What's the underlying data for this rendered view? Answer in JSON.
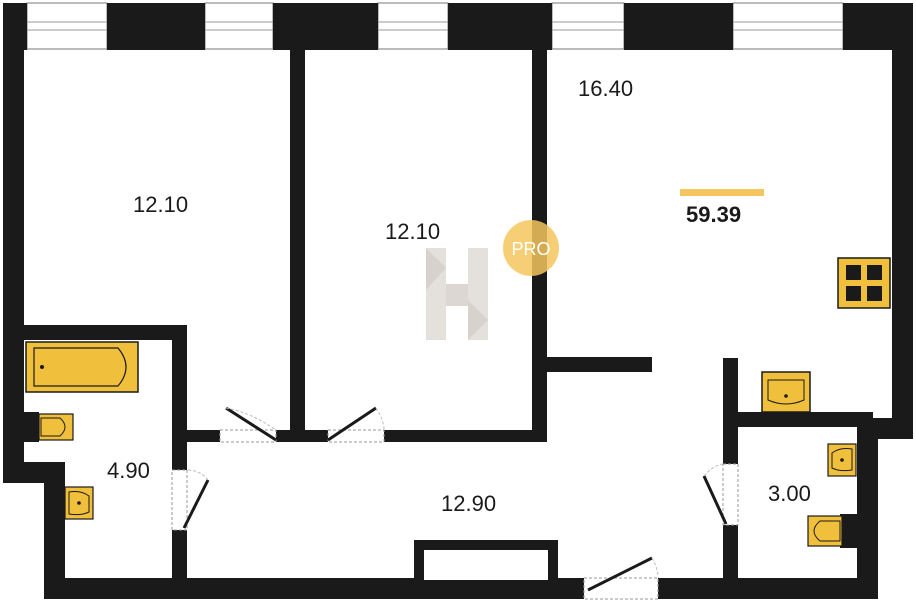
{
  "plan": {
    "total_area": "59.39",
    "rooms": [
      {
        "id": "bedroom-1",
        "area": "12.10"
      },
      {
        "id": "bedroom-2",
        "area": "12.10"
      },
      {
        "id": "kitchen-living",
        "area": "16.40"
      },
      {
        "id": "bathroom",
        "area": "4.90"
      },
      {
        "id": "hallway",
        "area": "12.90"
      },
      {
        "id": "wc",
        "area": "3.00"
      }
    ]
  },
  "watermark": {
    "badge_text": "PRO"
  },
  "colors": {
    "wall": "#1a1a1a",
    "fixture": "#f0bf3c",
    "accent_bar": "#f5c55e",
    "watermark": "#e0dcd8",
    "badge": "#f5c55e"
  }
}
